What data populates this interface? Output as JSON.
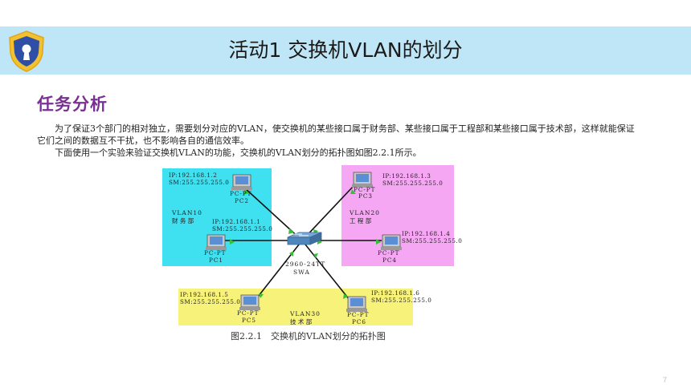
{
  "header": {
    "title": "活动1  交换机VLAN的划分"
  },
  "section_title": "任务分析",
  "paragraphs": [
    "为了保证3个部门的相对独立，需要划分对应的VLAN，使交换机的某些接口属于财务部、某些接口属于工程部和某些接口属于技术部，这样就能保证它们之间的数据互不干扰，也不影响各自的通信效率。",
    "下面使用一个实验来验证交换机VLAN的功能，交换机的VLAN划分的拓扑图如图2.2.1所示。"
  ],
  "diagram": {
    "switch": {
      "model": "2960-24TT",
      "name": "SWA"
    },
    "vlans": [
      {
        "id": "VLAN10",
        "dept": "财 务 部",
        "color": "#3fe0f0"
      },
      {
        "id": "VLAN20",
        "dept": "工 程 部",
        "color": "#f5a7f3"
      },
      {
        "id": "VLAN30",
        "dept": "技 术 部",
        "color": "#f7f27a"
      }
    ],
    "pcs": [
      {
        "type": "PC-PT",
        "name": "PC2",
        "ip": "IP:192.168.1.2",
        "sm": "SM:255.255.255.0"
      },
      {
        "type": "PC-PT",
        "name": "PC1",
        "ip": "IP:192.168.1.1",
        "sm": "SM:255.255.255.0"
      },
      {
        "type": "PC-PT",
        "name": "PC3",
        "ip": "IP:192.168.1.3",
        "sm": "SM:255.255.255.0"
      },
      {
        "type": "PC-PT",
        "name": "PC4",
        "ip": "IP:192.168.1.4",
        "sm": "SM:255.255.255.0"
      },
      {
        "type": "PC-PT",
        "name": "PC5",
        "ip": "IP:192.168.1.5",
        "sm": "SM:255.255.255.0"
      },
      {
        "type": "PC-PT",
        "name": "PC6",
        "ip": "IP:192.168.1.6",
        "sm": "SM:255.255.255.0"
      }
    ]
  },
  "caption": "图2.2.1　交换机的VLAN划分的拓扑图",
  "page_number": "7"
}
